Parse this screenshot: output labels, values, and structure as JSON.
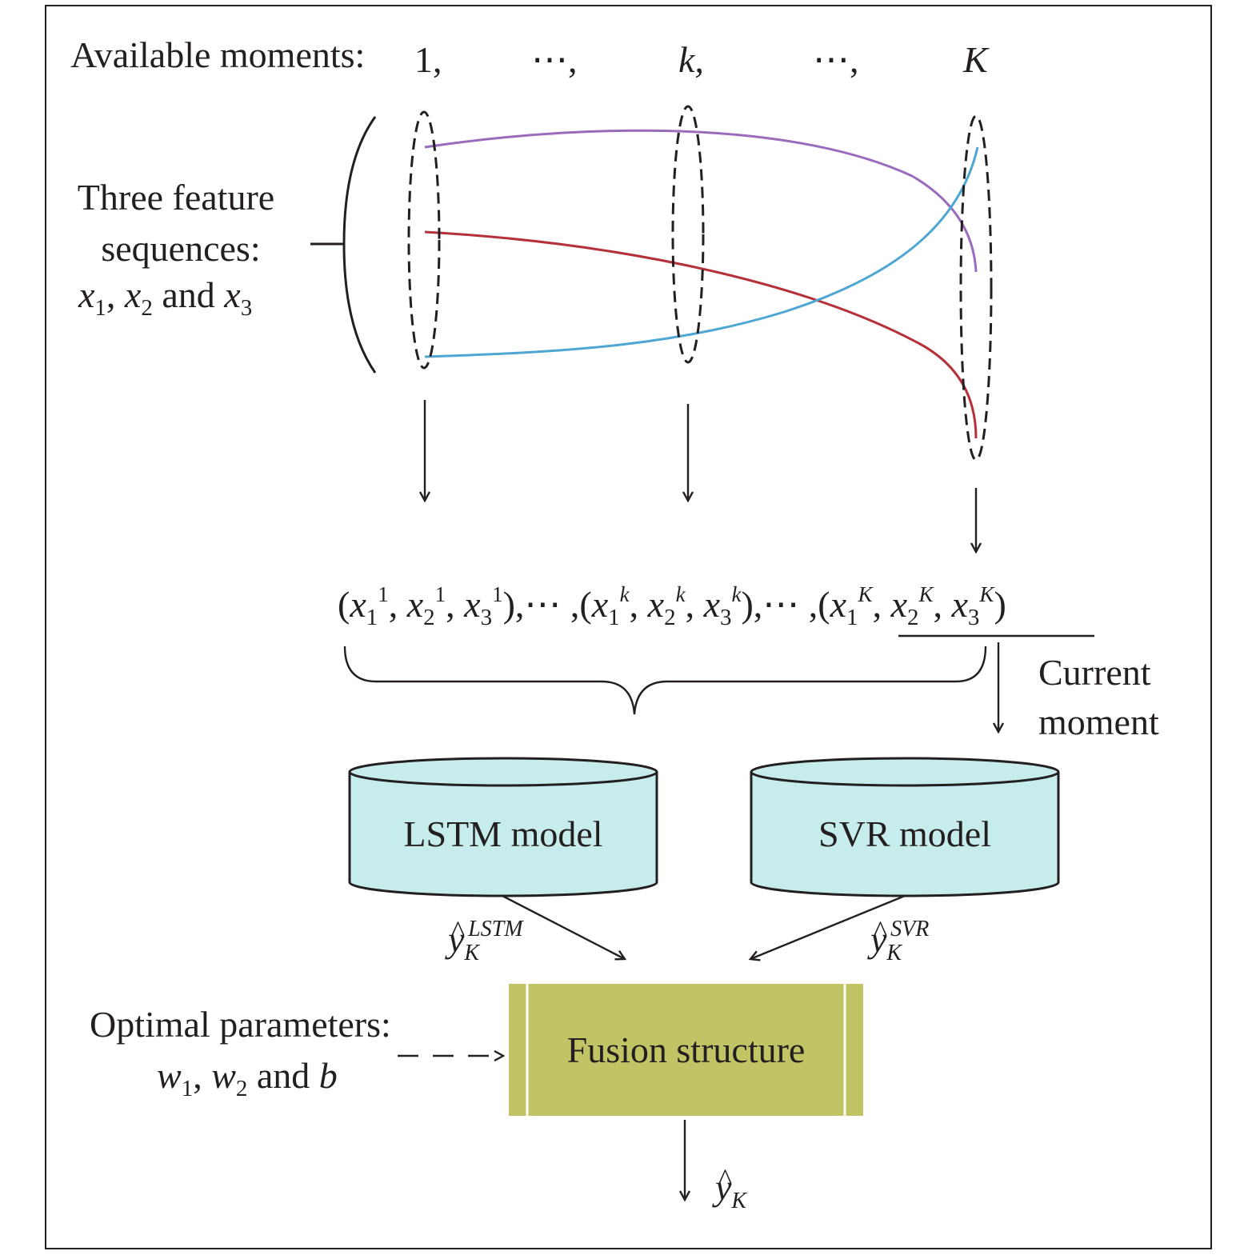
{
  "header": {
    "label": "Available moments:",
    "m1": "1,",
    "dots1": "⋯,",
    "mk": "k,",
    "dots2": "⋯,",
    "mK": "K"
  },
  "features": {
    "line1": "Three feature",
    "line2": "sequences:",
    "x": "x",
    "sub1": "1",
    "sub2": "2",
    "sub3": "3",
    "comma": ",",
    "and": "and"
  },
  "sequence": {
    "open": "(",
    "close": ")",
    "x": "x",
    "sep": ", ",
    "s1": "1",
    "s2": "2",
    "s3": "3",
    "m1": "1",
    "mk": "k",
    "mK": "K",
    "ellipsis": ",⋯ ,"
  },
  "current_moment": {
    "line1": "Current",
    "line2": "moment"
  },
  "models": {
    "lstm": "LSTM model",
    "svr": "SVR model",
    "lstm_out_sup": "LSTM",
    "svr_out_sup": "SVR",
    "y": "y",
    "K": "K",
    "hat": "^"
  },
  "params": {
    "line1": "Optimal parameters:",
    "w": "w",
    "sub1": "1",
    "sub2": "2",
    "comma": ",",
    "and": "and",
    "b": "b"
  },
  "fusion": {
    "label": "Fusion structure"
  },
  "output": {
    "y": "y",
    "K": "K",
    "hat": "^"
  },
  "colors": {
    "purple": "#9b6bbd",
    "red": "#b5313a",
    "blue": "#4ea6d2",
    "cylinder": "#c6ecec",
    "fusion": "#c1c464",
    "stroke": "#231f20"
  }
}
